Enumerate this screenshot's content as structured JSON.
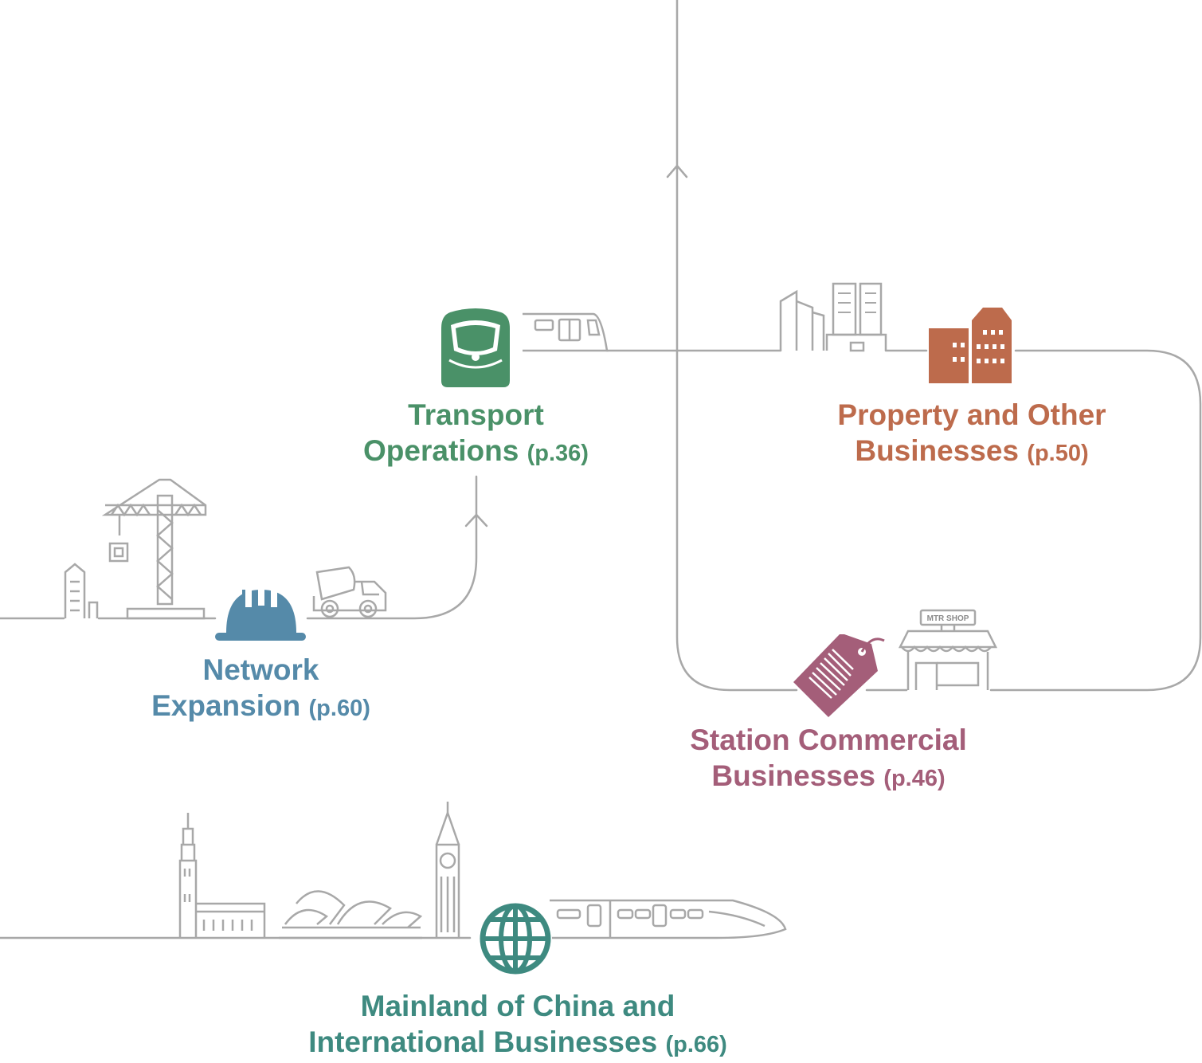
{
  "colors": {
    "line": "#a8a8a8",
    "transport": "#4a9168",
    "property": "#bd6b4c",
    "network": "#558aa9",
    "station": "#a45e79",
    "mainland": "#3e8a80"
  },
  "segments": [
    {
      "id": "transport",
      "title_line1": "Transport",
      "title_line2": "Operations",
      "page_ref": "(p.36)",
      "icon": "train-front-icon"
    },
    {
      "id": "property",
      "title_line1": "Property and Other",
      "title_line2": "Businesses",
      "page_ref": "(p.50)",
      "icon": "buildings-icon"
    },
    {
      "id": "network",
      "title_line1": "Network",
      "title_line2": "Expansion",
      "page_ref": "(p.60)",
      "icon": "hard-hat-icon"
    },
    {
      "id": "station",
      "title_line1": "Station Commercial",
      "title_line2": "Businesses",
      "page_ref": "(p.46)",
      "icon": "price-tag-icon"
    },
    {
      "id": "mainland",
      "title_line1": "Mainland of China and",
      "title_line2": "International Businesses",
      "page_ref": "(p.66)",
      "icon": "globe-icon"
    }
  ],
  "shop_sign": "MTR SHOP"
}
